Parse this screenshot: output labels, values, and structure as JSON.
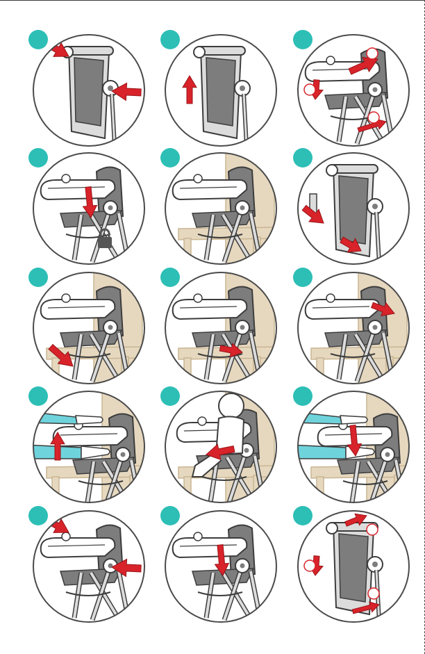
{
  "colors": {
    "badge": "#2dbfb6",
    "arrow": "#d8232a",
    "arrow_edge": "#9a1418",
    "outline": "#3c3c3c",
    "frame": "#dcdcdc",
    "seat": "#7d7d7d",
    "wood": "#e6d8bf",
    "wood_dark": "#c9b592",
    "sleeve": "#6fd3dc",
    "skin": "#ffffff",
    "lock": "#555555"
  },
  "steps": [
    {
      "number": "",
      "scene": "fold-release",
      "arrows": [
        "in-left",
        "in-right"
      ],
      "marks": []
    },
    {
      "number": "",
      "scene": "tray-lift",
      "arrows": [
        "up"
      ],
      "marks": []
    },
    {
      "number": "",
      "scene": "unfold-open",
      "arrows": [
        "rotate-top",
        "down-left",
        "spread-legs"
      ],
      "marks": [
        "1",
        "2",
        "3"
      ]
    },
    {
      "number": "",
      "scene": "lock-legs",
      "arrows": [
        "down"
      ],
      "marks": [
        "lock-icon"
      ]
    },
    {
      "number": "",
      "scene": "place-on-chair",
      "arrows": [],
      "marks": []
    },
    {
      "number": "",
      "scene": "feet-extend",
      "arrows": [
        "twist-left",
        "twist-right"
      ],
      "marks": []
    },
    {
      "number": "",
      "scene": "strap-under-seat",
      "arrows": [
        "curve-down"
      ],
      "marks": []
    },
    {
      "number": "",
      "scene": "strap-buckle",
      "arrows": [
        "right"
      ],
      "marks": []
    },
    {
      "number": "",
      "scene": "strap-back",
      "arrows": [
        "curve-back"
      ],
      "marks": []
    },
    {
      "number": "",
      "scene": "tray-release",
      "arrows": [
        "up"
      ],
      "marks": []
    },
    {
      "number": "",
      "scene": "child-seated",
      "arrows": [
        "left"
      ],
      "marks": []
    },
    {
      "number": "",
      "scene": "tray-close",
      "arrows": [
        "down"
      ],
      "marks": []
    },
    {
      "number": "",
      "scene": "fold-press",
      "arrows": [
        "in-left",
        "in-right"
      ],
      "marks": []
    },
    {
      "number": "",
      "scene": "tray-fold",
      "arrows": [
        "down"
      ],
      "marks": []
    },
    {
      "number": "",
      "scene": "fold-closed",
      "arrows": [
        "up-right",
        "down-left",
        "close-legs"
      ],
      "marks": [
        "1",
        "2",
        "3"
      ]
    }
  ]
}
